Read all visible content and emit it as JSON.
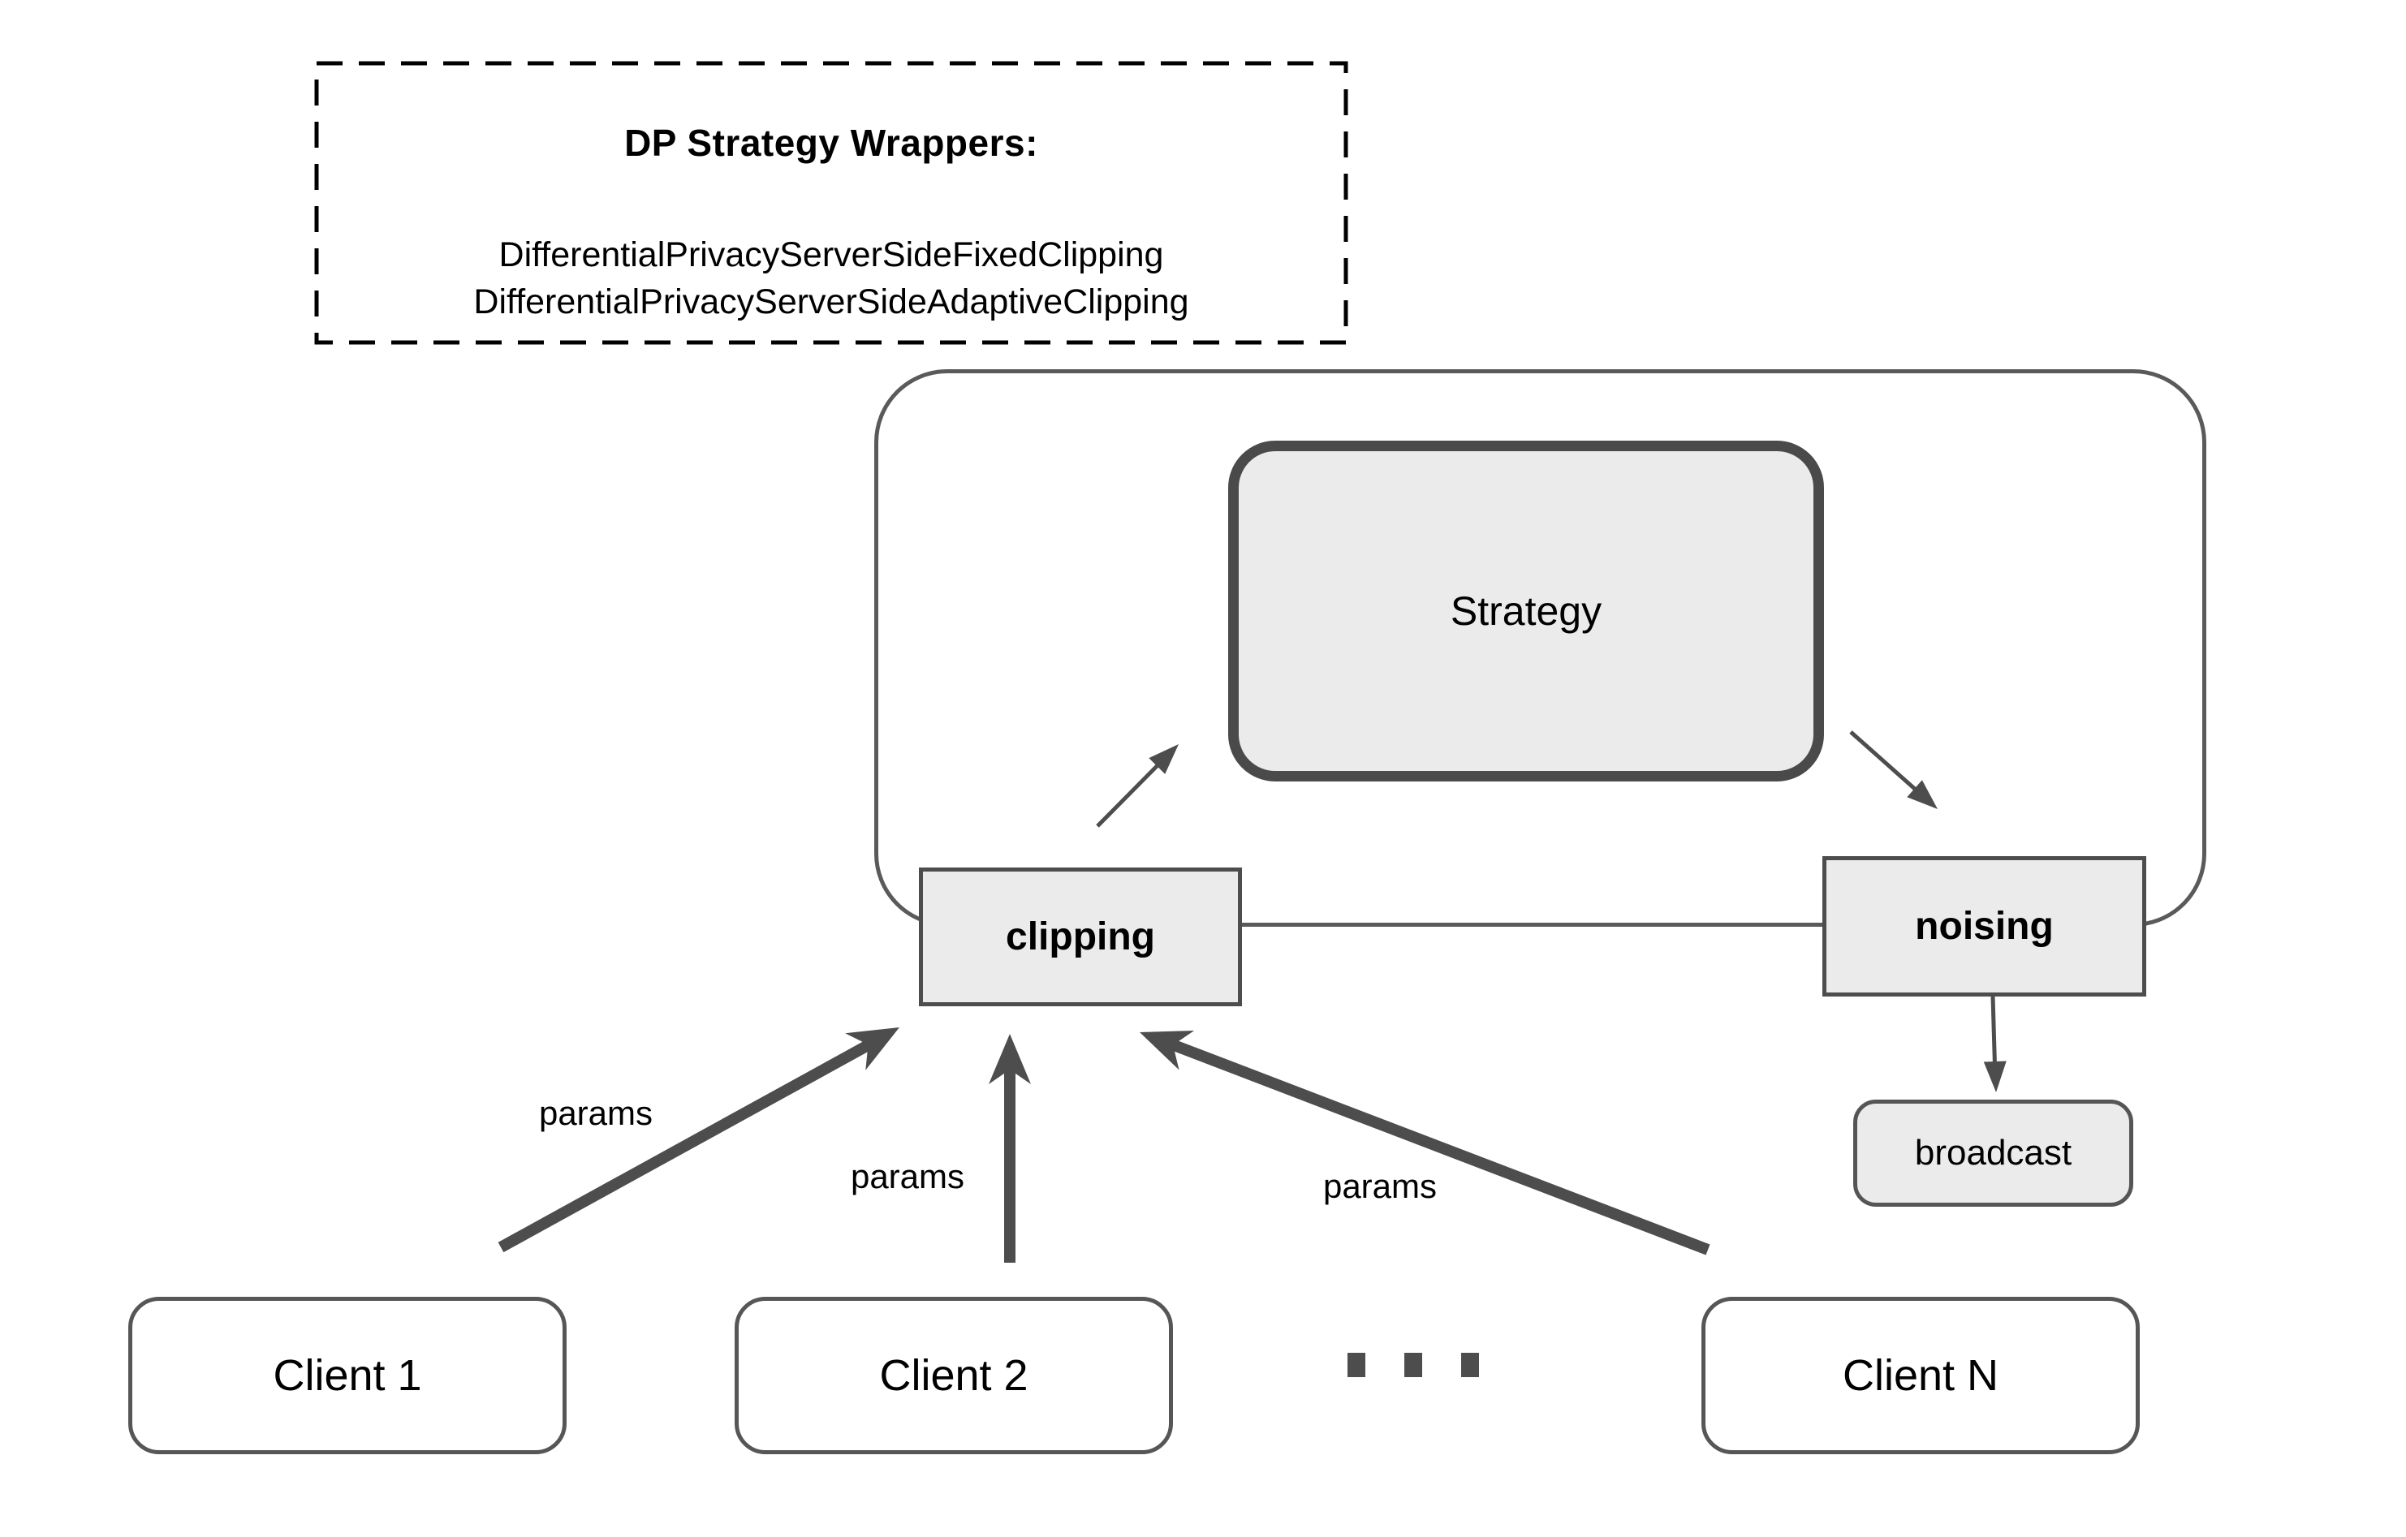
{
  "wrapper_box": {
    "title": "DP Strategy Wrappers:",
    "classes": [
      "DifferentialPrivacyServerSideFixedClipping",
      "DifferentialPrivacyServerSideAdaptiveClipping"
    ]
  },
  "server": {
    "strategy_label": "Strategy",
    "clipping_label": "clipping",
    "noising_label": "noising"
  },
  "broadcast_label": "broadcast",
  "clients": [
    {
      "label": "Client 1"
    },
    {
      "label": "Client 2"
    },
    {
      "label": "Client N"
    }
  ],
  "params_labels": [
    "params",
    "params",
    "params"
  ],
  "ellipsis_square_count": 3,
  "colors": {
    "box_fill": "#ebebeb",
    "client_fill": "#ffffff",
    "stroke_dark": "#4d4d4d",
    "container_stroke": "#5a5a5a",
    "strategy_stroke": "#4a4a4a",
    "dashed_border": "#000000",
    "text": "#000000"
  }
}
